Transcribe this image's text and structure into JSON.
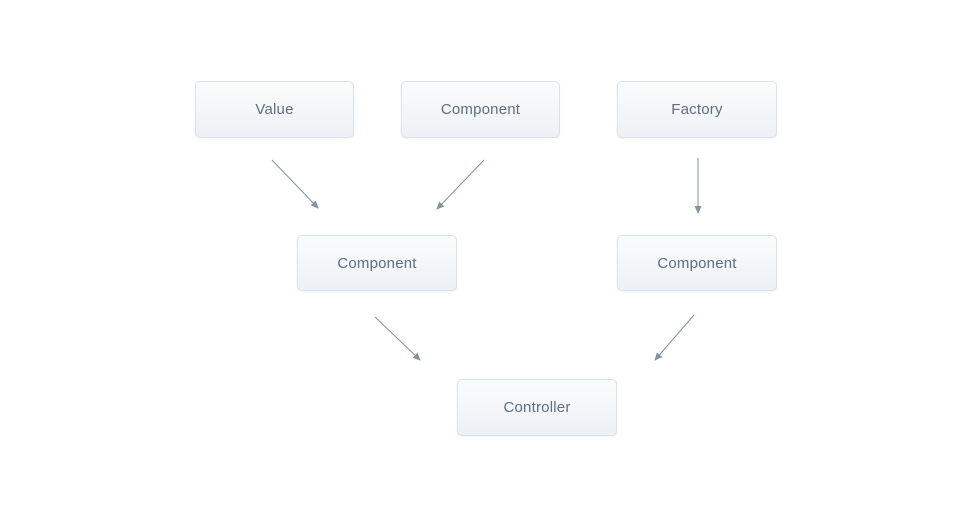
{
  "diagram": {
    "colors": {
      "canvas_bg": "#ffffff",
      "node_fill_top": "#fbfcfd",
      "node_fill_bottom": "#edf1f5",
      "node_border": "#d9e1e9",
      "node_text": "#5f6e7e",
      "arrow": "#8392a0"
    },
    "nodes": [
      {
        "id": "value",
        "label": "Value"
      },
      {
        "id": "component-top",
        "label": "Component"
      },
      {
        "id": "factory",
        "label": "Factory"
      },
      {
        "id": "component-left",
        "label": "Component"
      },
      {
        "id": "component-right",
        "label": "Component"
      },
      {
        "id": "controller",
        "label": "Controller"
      }
    ],
    "edges": [
      {
        "from": "value",
        "to": "component-left"
      },
      {
        "from": "component-top",
        "to": "component-left"
      },
      {
        "from": "factory",
        "to": "component-right"
      },
      {
        "from": "component-left",
        "to": "controller"
      },
      {
        "from": "component-right",
        "to": "controller"
      }
    ]
  }
}
